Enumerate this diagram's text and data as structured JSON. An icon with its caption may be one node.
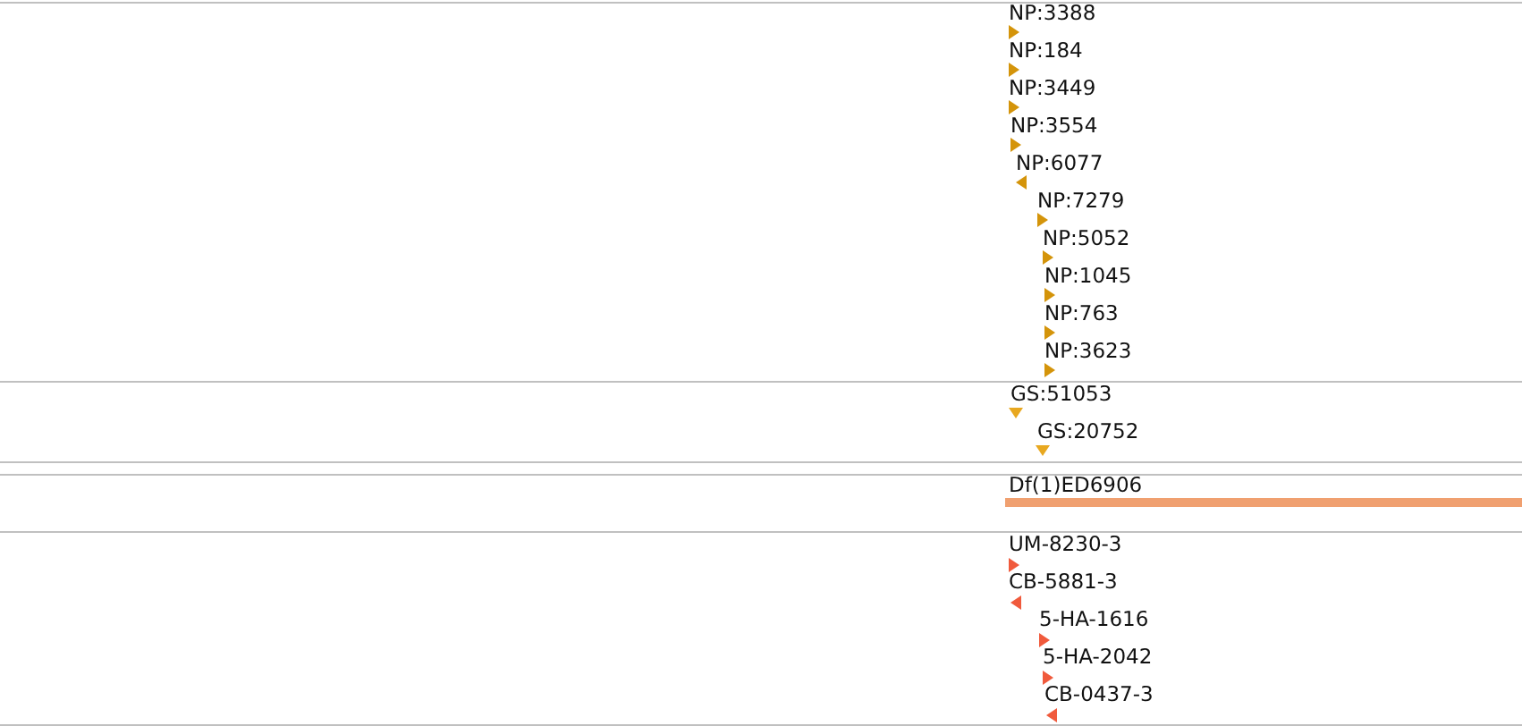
{
  "diagram": {
    "labels": [
      "NP:3388",
      "NP:184",
      "NP:3449",
      "NP:3554",
      "NP:6077",
      "NP:7279",
      "NP:5052",
      "NP:1045",
      "NP:763",
      "NP:3623",
      "GS:51053",
      "GS:20752",
      "Df(1)ED6906",
      "UM-8230-3",
      "CB-5881-3",
      "5-HA-1616",
      "5-HA-2042",
      "CB-0437-3"
    ]
  }
}
